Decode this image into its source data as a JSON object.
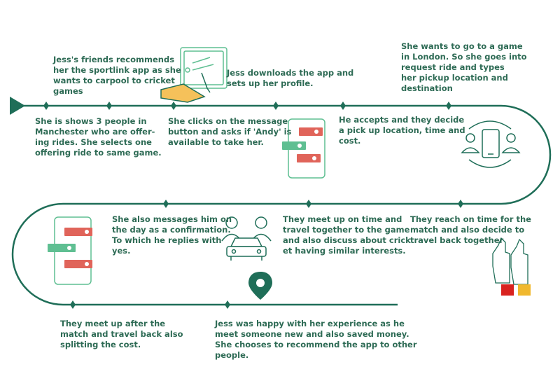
{
  "colors": {
    "primary": "#1f6e58",
    "text": "#2e6b55",
    "chat_red": "#e0645a",
    "chat_green": "#5fbf92",
    "sleeve_red": "#d9231f",
    "sleeve_yellow": "#f0b82e",
    "hand_yellow": "#f5c15a"
  },
  "steps": [
    {
      "text": "Jess's friends recommends\nher the sportlink app as she\nwants to carpool to cricket\ngames"
    },
    {
      "text": "Jess downloads the app and\nsets up her profile."
    },
    {
      "text": "She wants to go to a game\nin London. So she goes into\nrequest ride and types\nher pickup location and\ndestination"
    },
    {
      "text": "She is shows 3 people in\nManchester who are offer-\ning rides. She selects one\noffering ride to same game."
    },
    {
      "text": "She clicks on the message\nbutton and asks if 'Andy' is\navailable to take her."
    },
    {
      "text": "He accepts and they decide\na pick up location, time and\ncost."
    },
    {
      "text": "She also messages him on\nthe day as a confirmation.\nTo which he replies with\nyes."
    },
    {
      "text": "They meet up on time and\ntravel together to the game\nand also discuss about crick\net having similar interests."
    },
    {
      "text": "They reach on time for the\nmatch and also decide to\ntravel back together"
    },
    {
      "text": "They meet up after the\nmatch and travel back also\nsplitting the cost."
    },
    {
      "text": "Jess was happy with her experience as he\nmeet someone new and also saved money.\nShe chooses to recommend the app to other\npeople."
    }
  ],
  "icons": {
    "phone_tap": "phone-tap-icon",
    "chat_phone_top": "chat-phone-icon",
    "exchange": "user-exchange-icon",
    "chat_phone_bottom": "chat-phone-icon",
    "carpool": "carpool-icon",
    "location_pin": "location-pin-icon",
    "thumbs_up": "thumbs-up-icon"
  }
}
